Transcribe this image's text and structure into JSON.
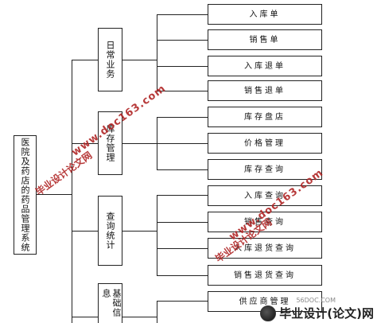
{
  "root": {
    "label": "医院及药店的药品管理系统"
  },
  "modules": [
    {
      "label": "日常业务",
      "items": [
        "入库单",
        "销售单",
        "入库退单",
        "销售退单"
      ]
    },
    {
      "label": "库存管理",
      "items": [
        "库存盘店",
        "价格管理",
        "库存查询"
      ]
    },
    {
      "label": "查询统计",
      "items": [
        "入库查询",
        "销售查询",
        "入库退货查询",
        "销售退货查询"
      ]
    },
    {
      "label": "基础信息",
      "items": [
        "供应商管理"
      ]
    }
  ],
  "watermarks": {
    "url": "www.doc163.com",
    "cn": "毕业设计论文网",
    "brand_small": "56DOC.COM",
    "brand": "毕业设计(论文)网"
  }
}
